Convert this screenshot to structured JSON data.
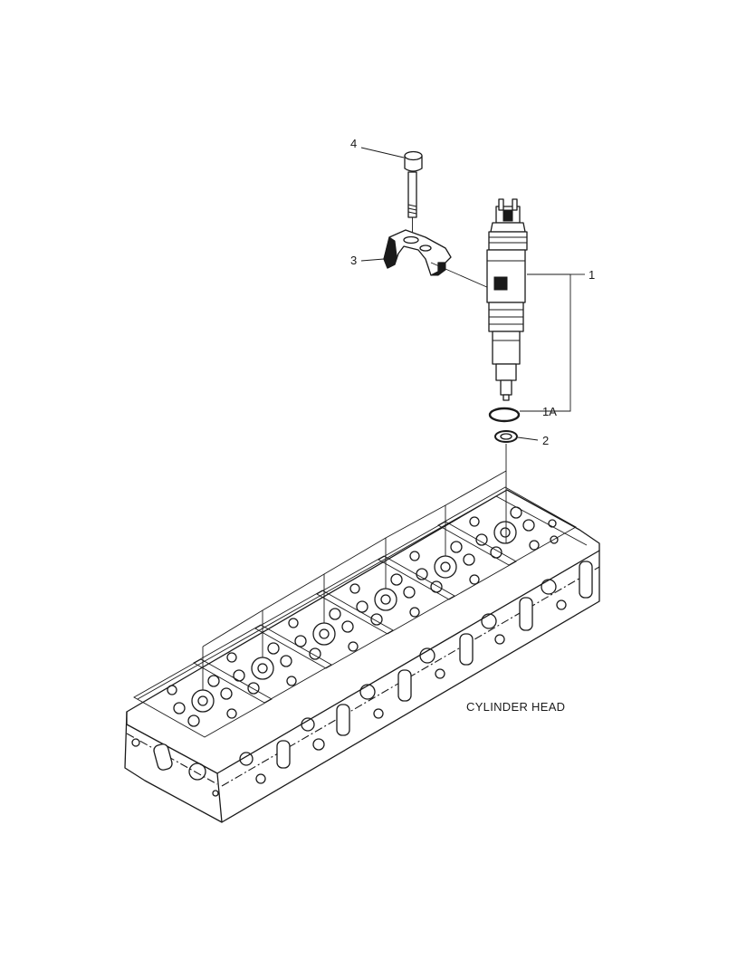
{
  "callouts": [
    {
      "id": "bolt",
      "label": "4"
    },
    {
      "id": "clamp",
      "label": "3"
    },
    {
      "id": "injector",
      "label": "1"
    },
    {
      "id": "o-ring",
      "label": "1A"
    },
    {
      "id": "washer",
      "label": "2"
    }
  ],
  "caption": {
    "text": "CYLINDER HEAD"
  }
}
